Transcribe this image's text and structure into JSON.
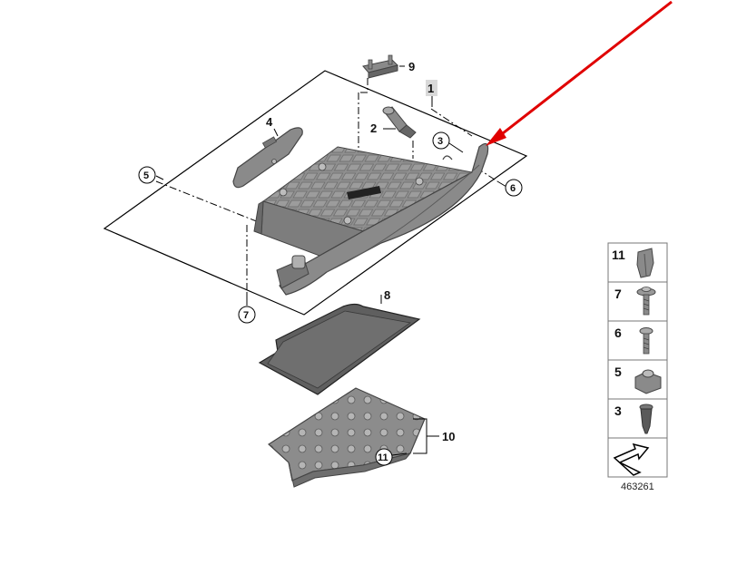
{
  "callouts": {
    "c1": "1",
    "c2": "2",
    "c3": "3",
    "c4": "4",
    "c5": "5",
    "c6": "6",
    "c7": "7",
    "c8": "8",
    "c9": "9",
    "c10": "10",
    "c11": "11"
  },
  "legend": {
    "items": [
      "11",
      "7",
      "6",
      "5",
      "3"
    ]
  },
  "reference_code": "463261",
  "colors": {
    "arrow": "#e00000",
    "part_fill": "#8a8a8a",
    "part_dark": "#555555",
    "mat_fill": "#6e6e6e",
    "line": "#000000"
  }
}
